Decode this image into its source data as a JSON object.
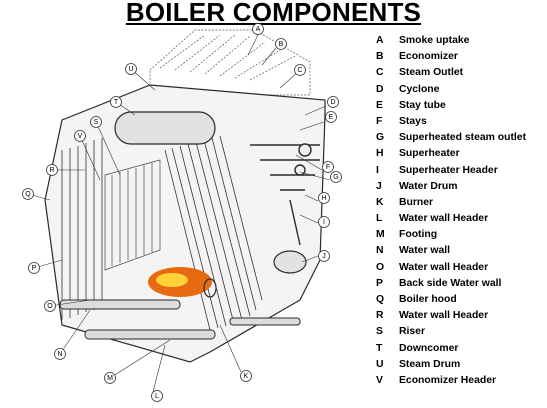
{
  "title": "BOILER COMPONENTS",
  "legend": [
    {
      "letter": "A",
      "label": "Smoke uptake"
    },
    {
      "letter": "B",
      "label": "Economizer"
    },
    {
      "letter": "C",
      "label": "Steam Outlet"
    },
    {
      "letter": "D",
      "label": "Cyclone"
    },
    {
      "letter": "E",
      "label": "Stay tube"
    },
    {
      "letter": "F",
      "label": "Stays"
    },
    {
      "letter": "G",
      "label": "Superheated steam outlet"
    },
    {
      "letter": "H",
      "label": "Superheater"
    },
    {
      "letter": "I",
      "label": "Superheater Header"
    },
    {
      "letter": "J",
      "label": "Water Drum"
    },
    {
      "letter": "K",
      "label": "Burner"
    },
    {
      "letter": "L",
      "label": "Water wall Header"
    },
    {
      "letter": "M",
      "label": "Footing"
    },
    {
      "letter": "N",
      "label": "Water wall"
    },
    {
      "letter": "O",
      "label": "Water wall Header"
    },
    {
      "letter": "P",
      "label": "Back side Water wall"
    },
    {
      "letter": "Q",
      "label": "Boiler hood"
    },
    {
      "letter": "R",
      "label": "Water wall Header"
    },
    {
      "letter": "S",
      "label": "Riser"
    },
    {
      "letter": "T",
      "label": "Downcomer"
    },
    {
      "letter": "U",
      "label": "Steam Drum"
    },
    {
      "letter": "V",
      "label": "Economizer Header"
    }
  ],
  "callouts": [
    "A",
    "B",
    "C",
    "D",
    "E",
    "F",
    "G",
    "H",
    "I",
    "J",
    "K",
    "L",
    "M",
    "N",
    "O",
    "P",
    "Q",
    "R",
    "S",
    "T",
    "U",
    "V"
  ],
  "colors": {
    "line": "#2a2a2a",
    "fill": "#ececec",
    "flame": "#e86a10",
    "flame_core": "#ffd23a"
  }
}
